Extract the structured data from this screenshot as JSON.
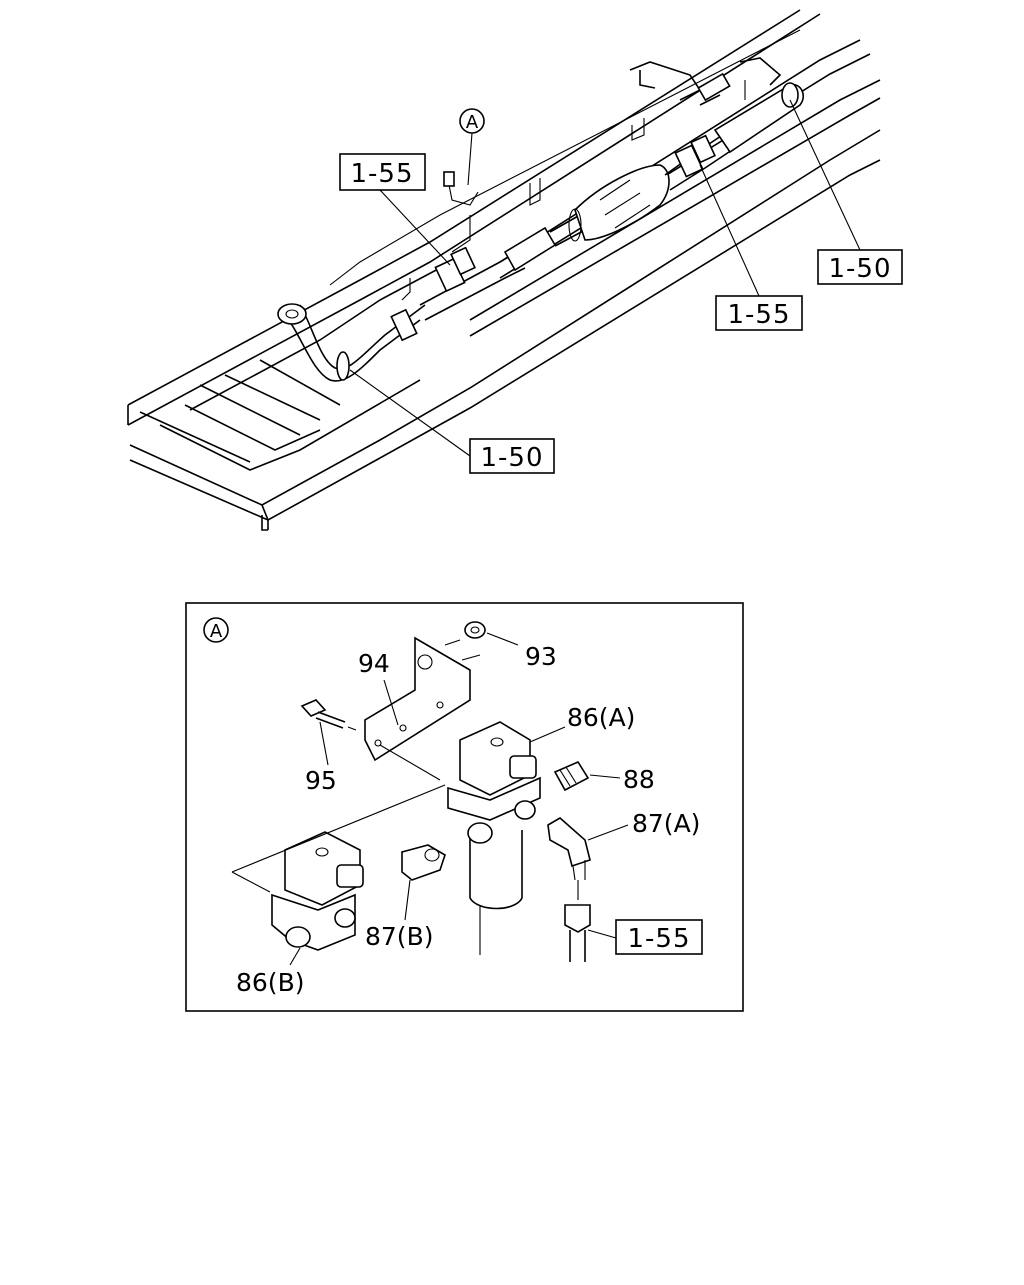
{
  "upper_diagram": {
    "callout_marker": "A",
    "refs": {
      "ref_1": "1-55",
      "ref_2": "1-50",
      "ref_3": "1-55",
      "ref_4": "1-50"
    }
  },
  "detail_a": {
    "marker": "A",
    "parts": {
      "p93": "93",
      "p94": "94",
      "p86a": "86(A)",
      "p95": "95",
      "p88": "88",
      "p87a": "87(A)",
      "p87b": "87(B)",
      "p86b": "86(B)",
      "ref_155": "1-55"
    }
  }
}
